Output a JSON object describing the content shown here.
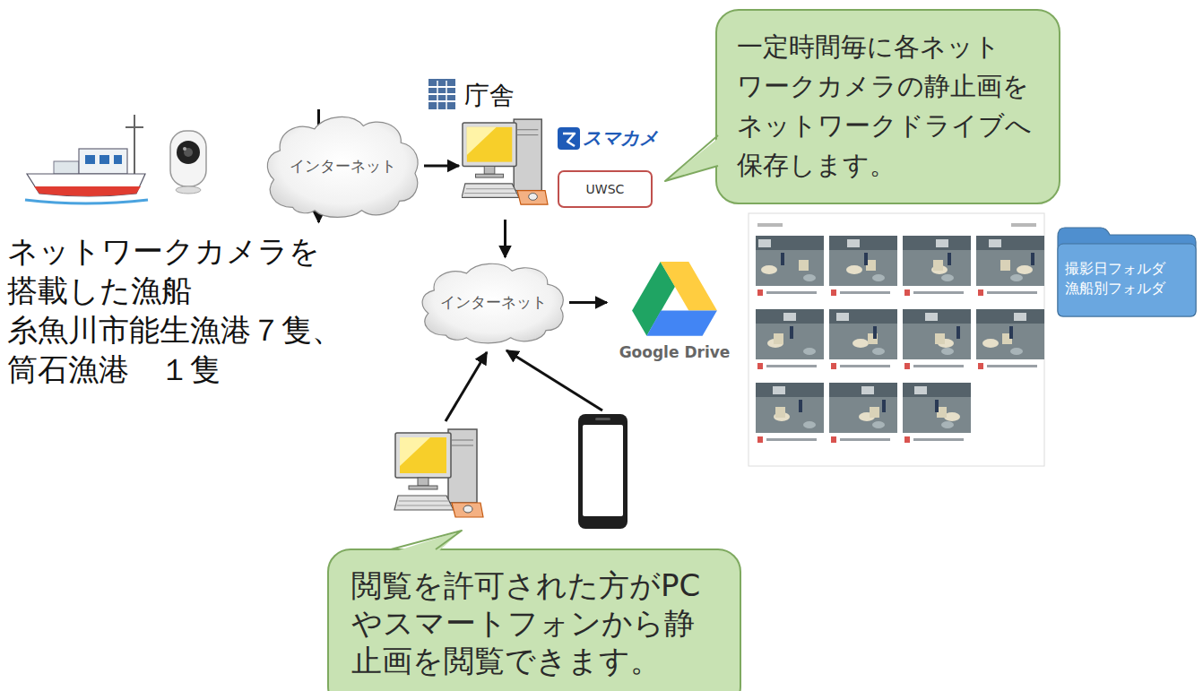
{
  "diagram": {
    "nodes": [
      {
        "text": [
          "ネットワークカメラを 搭載した漁船 糸魚川市能生漁港７隻、 筒石漁港　１隻"
        ]
      },
      {
        "text": [
          "インターネット"
        ]
      },
      {
        "text": [
          "庁舎"
        ]
      },
      {
        "text": [
          "UWSC"
        ]
      },
      {
        "text": [
          "一定時間毎に各ネット ワークカメラの静止画を ネットワークドライブへ 保存します。"
        ]
      },
      {
        "text": [
          "インターネット"
        ]
      },
      {
        "text": [
          "Google Drive"
        ]
      },
      {
        "text": [
          "撮影日フォルダ 漁船別フォルダ"
        ]
      },
      {
        "text": [
          "閲覧を許可された方がPC やスマートフォンから静 止画を閲覧できます。"
        ]
      }
    ],
    "edges": [
      {
        "from": 0,
        "to": 1,
        "arrow": "to"
      },
      {
        "from": 1,
        "to": 2,
        "arrow": "to"
      },
      {
        "from": 2,
        "to": 5,
        "arrow": "to"
      },
      {
        "from": 5,
        "to": 6,
        "arrow": "to"
      }
    ],
    "labels": [
      "スマカメ"
    ]
  }
}
